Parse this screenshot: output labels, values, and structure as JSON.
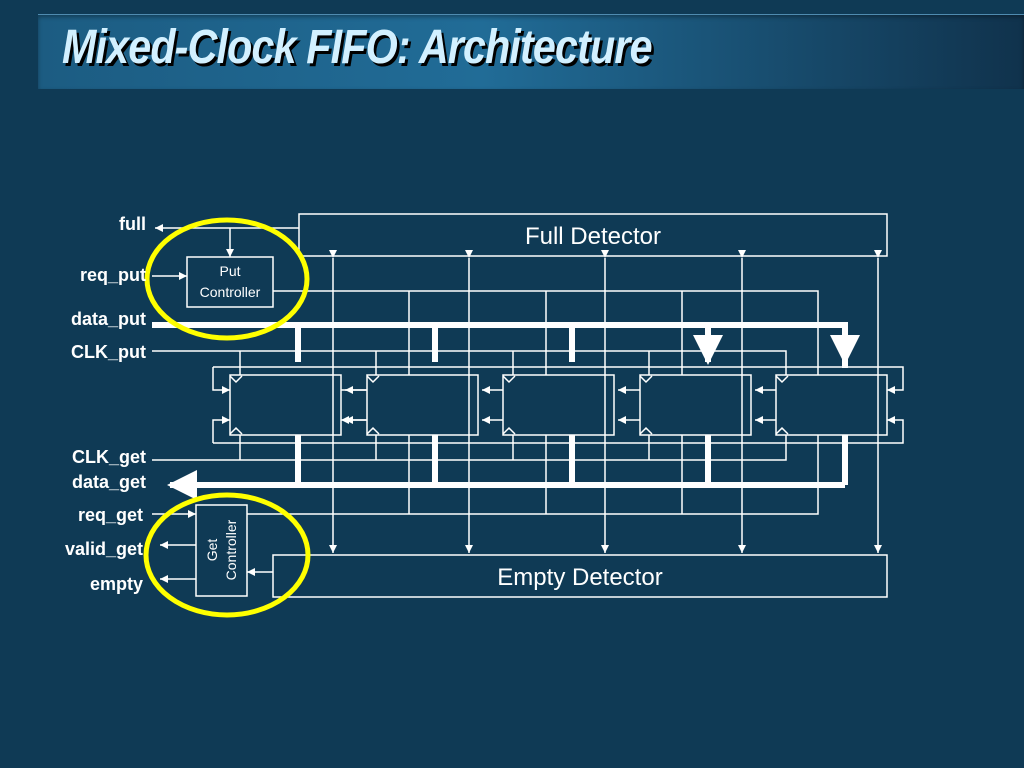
{
  "title": "Mixed-Clock FIFO:  Architecture",
  "put_signals": {
    "full": "full",
    "req_put": "req_put",
    "data_put": "data_put",
    "clk_put": "CLK_put"
  },
  "get_signals": {
    "clk_get": "CLK_get",
    "data_get": "data_get",
    "req_get": "req_get",
    "valid_get": "valid_get",
    "empty": "empty"
  },
  "blocks": {
    "full_detector": "Full Detector",
    "empty_detector": "Empty Detector",
    "put_controller": [
      "Put",
      "Controller"
    ],
    "get_controller": [
      "Get",
      "Controller"
    ]
  },
  "highlight_color": "#ffff00",
  "line_color": "#ffffff"
}
